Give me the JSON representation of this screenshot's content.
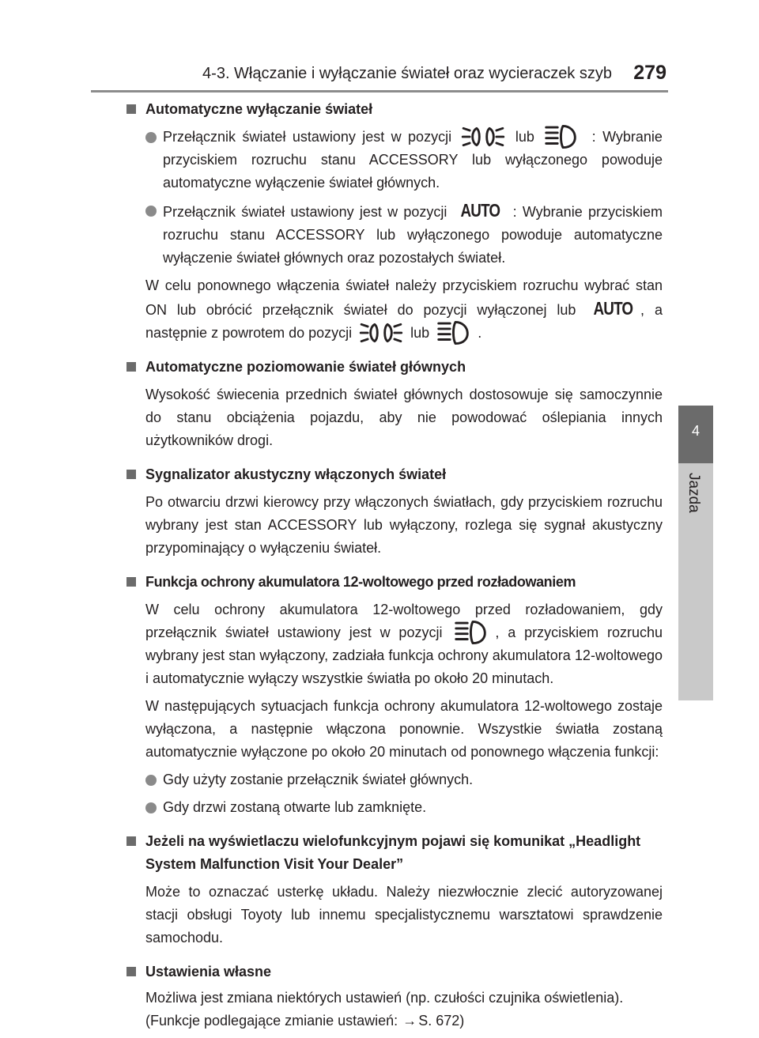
{
  "header": {
    "section_title": "4-3. Włączanie i wyłączanie świateł oraz wycieraczek szyb",
    "page_number": "279"
  },
  "side_tab": {
    "chapter_number": "4",
    "chapter_name": "Jazda"
  },
  "icons": {
    "tail_lights": "tail-lights-icon",
    "headlights": "headlights-icon",
    "auto": "AUTO",
    "arrow": "→"
  },
  "s1": {
    "heading": "Automatyczne wyłączanie świateł",
    "b1_a": "Przełącznik świateł ustawiony jest w pozycji",
    "b1_lub": "lub",
    "b1_b": ": Wybranie przyciskiem rozruchu stanu ACCESSORY lub wyłączonego powoduje automatyczne wyłączenie świateł głównych.",
    "b2_a": "Przełącznik świateł ustawiony jest w pozycji",
    "b2_b": ": Wybranie przyciskiem rozruchu stanu ACCESSORY lub wyłączonego powoduje automatyczne wyłączenie świateł głównych oraz pozostałych świateł.",
    "p_a": "W celu ponownego włączenia świateł należy przyciskiem rozruchu wybrać stan ON lub obrócić przełącznik świateł do pozycji wyłączonej lub",
    "p_b": ",",
    "p_c": "a następnie z powrotem do pozycji",
    "p_lub": "lub",
    "p_d": "."
  },
  "s2": {
    "heading": "Automatyczne poziomowanie świateł głównych",
    "p": "Wysokość świecenia przednich świateł głównych dostosowuje się samoczynnie do stanu obciążenia pojazdu, aby nie powodować oślepiania innych użytkowników drogi."
  },
  "s3": {
    "heading": "Sygnalizator akustyczny włączonych świateł",
    "p": "Po otwarciu drzwi kierowcy przy włączonych światłach, gdy przyciskiem rozruchu wybrany jest stan ACCESSORY lub wyłączony, rozlega się sygnał akustyczny przypominający o wyłączeniu świateł."
  },
  "s4": {
    "heading": "Funkcja ochrony akumulatora 12-woltowego przed rozładowaniem",
    "p1_a": "W celu ochrony akumulatora 12-woltowego przed rozładowaniem, gdy przełącznik świateł ustawiony jest w pozycji",
    "p1_b": ", a przyciskiem rozruchu wybrany jest stan wyłączony, zadziała funkcja ochrony akumulatora 12-woltowego i automatycznie wyłączy wszystkie światła po około 20 minutach.",
    "p2": "W następujących sytuacjach funkcja ochrony akumulatora 12-woltowego zostaje wyłączona, a następnie włączona ponownie. Wszystkie światła zostaną automatycznie wyłączone po około 20 minutach od ponownego włączenia funkcji:",
    "b1": "Gdy użyty zostanie przełącznik świateł głównych.",
    "b2": "Gdy drzwi zostaną otwarte lub zamknięte."
  },
  "s5": {
    "heading": "Jeżeli na wyświetlaczu wielofunkcyjnym pojawi się komunikat „Headlight System Malfunction Visit Your Dealer”",
    "p": "Może to oznaczać usterkę układu. Należy niezwłocznie zlecić autoryzowanej stacji obsługi Toyoty lub innemu specjalistycznemu warsztatowi sprawdzenie samochodu."
  },
  "s6": {
    "heading": "Ustawienia własne",
    "p1": "Możliwa jest zmiana niektórych ustawień (np. czułości czujnika oświetlenia).",
    "p2_a": "(Funkcje podlegające zmianie ustawień:",
    "p2_b": "S. 672)"
  }
}
